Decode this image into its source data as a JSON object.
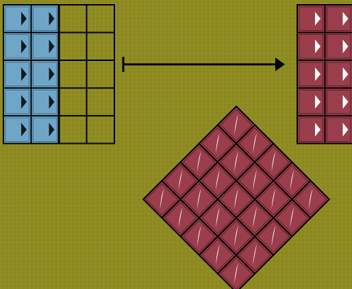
{
  "board": {
    "background": "#8e8a22",
    "grid_line": "#000000"
  },
  "source_grid": {
    "rows": 5,
    "cols": 4,
    "filled_cols": 2,
    "tile_color": "#6fa6c7",
    "tile_shadow": "#3d6f8c",
    "marker_icon": "triangle-right-icon"
  },
  "result_grid": {
    "rows": 5,
    "cols": 2,
    "tile_color": "#9a3e4c",
    "tile_shadow": "#5e1d28",
    "marker_icon": "triangle-right-icon"
  },
  "rotated_grid": {
    "rows": 5,
    "cols": 5,
    "rotation_degrees": -45,
    "tile_color": "#9a3e4c",
    "tile_shadow": "#5e1d28",
    "marker_icon": "sliver-highlight-icon"
  },
  "arrow": {
    "direction": "right",
    "color": "#000000"
  }
}
